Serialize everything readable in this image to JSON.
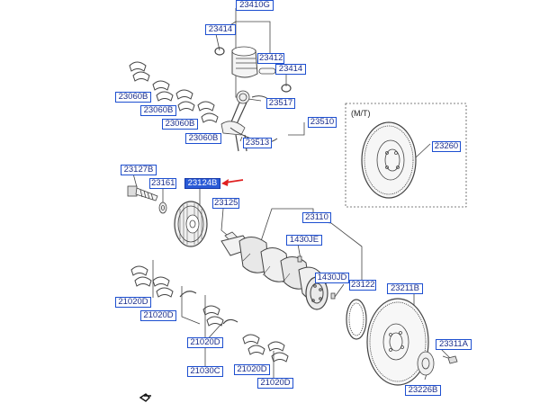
{
  "callouts": {
    "c23410g": "23410G",
    "c23414a": "23414",
    "c23412": "23412",
    "c23414b": "23414",
    "c23060b1": "23060B",
    "c23060b2": "23060B",
    "c23060b3": "23060B",
    "c23060b4": "23060B",
    "c23517": "23517",
    "c23510": "23510",
    "c23513": "23513",
    "c23127b": "23127B",
    "c23161": "23161",
    "c23124b": "23124B",
    "c23125": "23125",
    "c23110": "23110",
    "c1430je": "1430JE",
    "c1430jd": "1430JD",
    "c23122": "23122",
    "c23211b": "23211B",
    "c23260": "23260",
    "c21020d1": "21020D",
    "c21020d2": "21020D",
    "c21020d3": "21020D",
    "c21030c": "21030C",
    "c21020d4": "21020D",
    "c21020d5": "21020D",
    "c23311a": "23311A",
    "c23226b": "23226B"
  },
  "highlighted_callout": "23124B",
  "flywheel_box_caption": "(M/T)",
  "colors": {
    "callout_border": "#1d4fd0",
    "callout_text": "#1c2f8c",
    "highlight_fill": "#2a5bd7",
    "pointer_arrow": "#e02020",
    "linework": "#333333"
  }
}
